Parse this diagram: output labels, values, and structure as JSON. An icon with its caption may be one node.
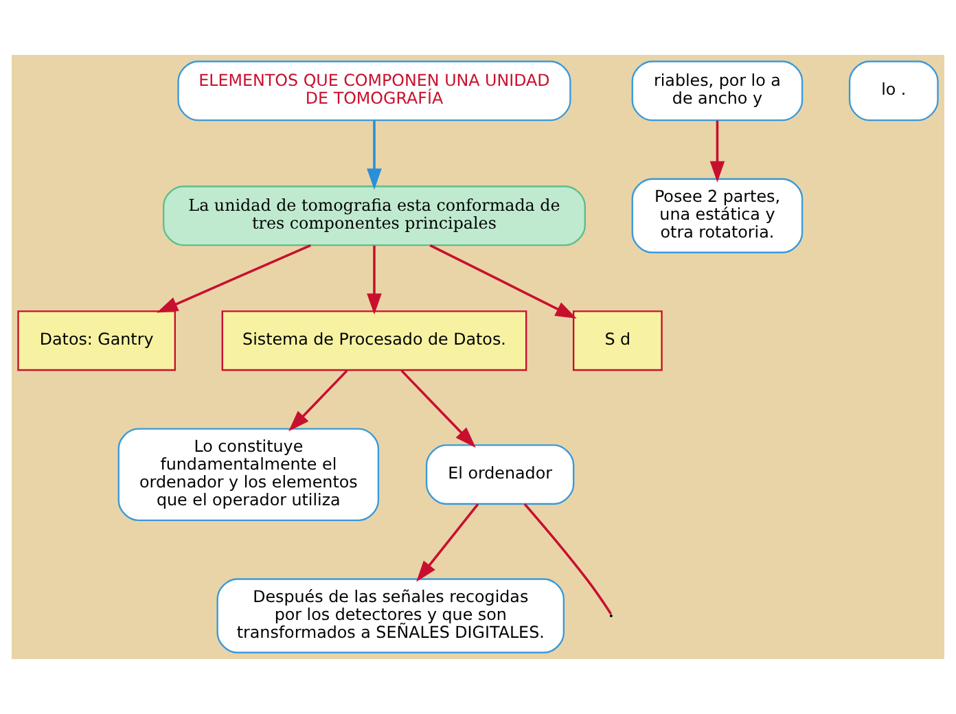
{
  "diagram": {
    "nodes": [
      {
        "text": [
          "ELEMENTOS QUE COMPONEN UNA UNIDAD DE TOMOGRAFÍA"
        ]
      },
      {
        "text": [
          "La unidad de tomografia esta conformada de tres componentes principales"
        ]
      },
      {
        "text": [
          "Datos: Gantry"
        ]
      },
      {
        "text": [
          "Sistema de Procesado de Datos."
        ]
      },
      {
        "text": [
          "S d"
        ]
      },
      {
        "text": [
          "riables, por lo a de ancho y"
        ]
      },
      {
        "text": [
          "Posee 2 partes, una estática y otra rotatoria."
        ]
      },
      {
        "text": [
          "lo ."
        ]
      },
      {
        "text": [
          "Lo constituye fundamentalmente el ordenador y los elementos que el operador utiliza"
        ]
      },
      {
        "text": [
          "El ordenador"
        ]
      },
      {
        "text": [
          "Después de las señales recogidas por los detectores y que son transformados a SEÑALES DIGITALES."
        ]
      }
    ],
    "edges": [
      {
        "from": 0,
        "to": 1,
        "arrow": "to",
        "color": "#2a8fd8"
      },
      {
        "from": 1,
        "to": 2,
        "arrow": "to"
      },
      {
        "from": 1,
        "to": 3,
        "arrow": "to"
      },
      {
        "from": 1,
        "to": 4,
        "arrow": "to"
      },
      {
        "from": 3,
        "to": 8,
        "arrow": "to"
      },
      {
        "from": 3,
        "to": 9,
        "arrow": "to"
      },
      {
        "from": 5,
        "to": 6,
        "arrow": "to"
      },
      {
        "from": 9,
        "to": 10,
        "arrow": "to"
      },
      {
        "from": 9,
        "to": null,
        "arrow": "none"
      }
    ]
  }
}
